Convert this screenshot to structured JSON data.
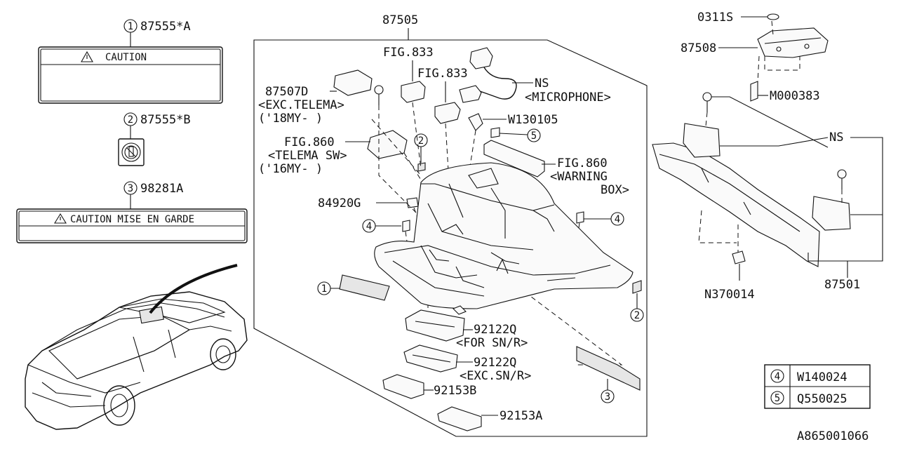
{
  "diagram": {
    "code": "A865001066",
    "callouts": {
      "label1": "87555*A",
      "label1_text": "CAUTION",
      "label2": "87555*B",
      "label3": "98281A",
      "label3_text": "CAUTION  MISE EN GARDE",
      "p87505": "87505",
      "fig833a": "FIG.833",
      "fig833b": "FIG.833",
      "ns_mic1": "NS",
      "ns_mic2": "<MICROPHONE>",
      "p87507d": "87507D",
      "exc_telema": "<EXC.TELEMA>",
      "my18": "('18MY-    )",
      "w130105": "W130105",
      "fig860a": "FIG.860",
      "telema_sw": "<TELEMA SW>",
      "my16": "('16MY-    )",
      "fig860b": "FIG.860",
      "warning1": "<WARNING",
      "warning2": "BOX>",
      "p84920g": "84920G",
      "p92122q_a": "92122Q",
      "for_snr": "<FOR SN/R>",
      "p92122q_b": "92122Q",
      "exc_snr": "<EXC.SN/R>",
      "p92153b": "92153B",
      "p92153a": "92153A",
      "p0311s": "0311S",
      "p87508": "87508",
      "m000383": "M000383",
      "ns_right": "NS",
      "n370014": "N370014",
      "p87501": "87501"
    },
    "markers": [
      "1",
      "2",
      "3",
      "4",
      "5"
    ],
    "legend": [
      {
        "num": "4",
        "part": "W140024"
      },
      {
        "num": "5",
        "part": "Q550025"
      }
    ]
  }
}
